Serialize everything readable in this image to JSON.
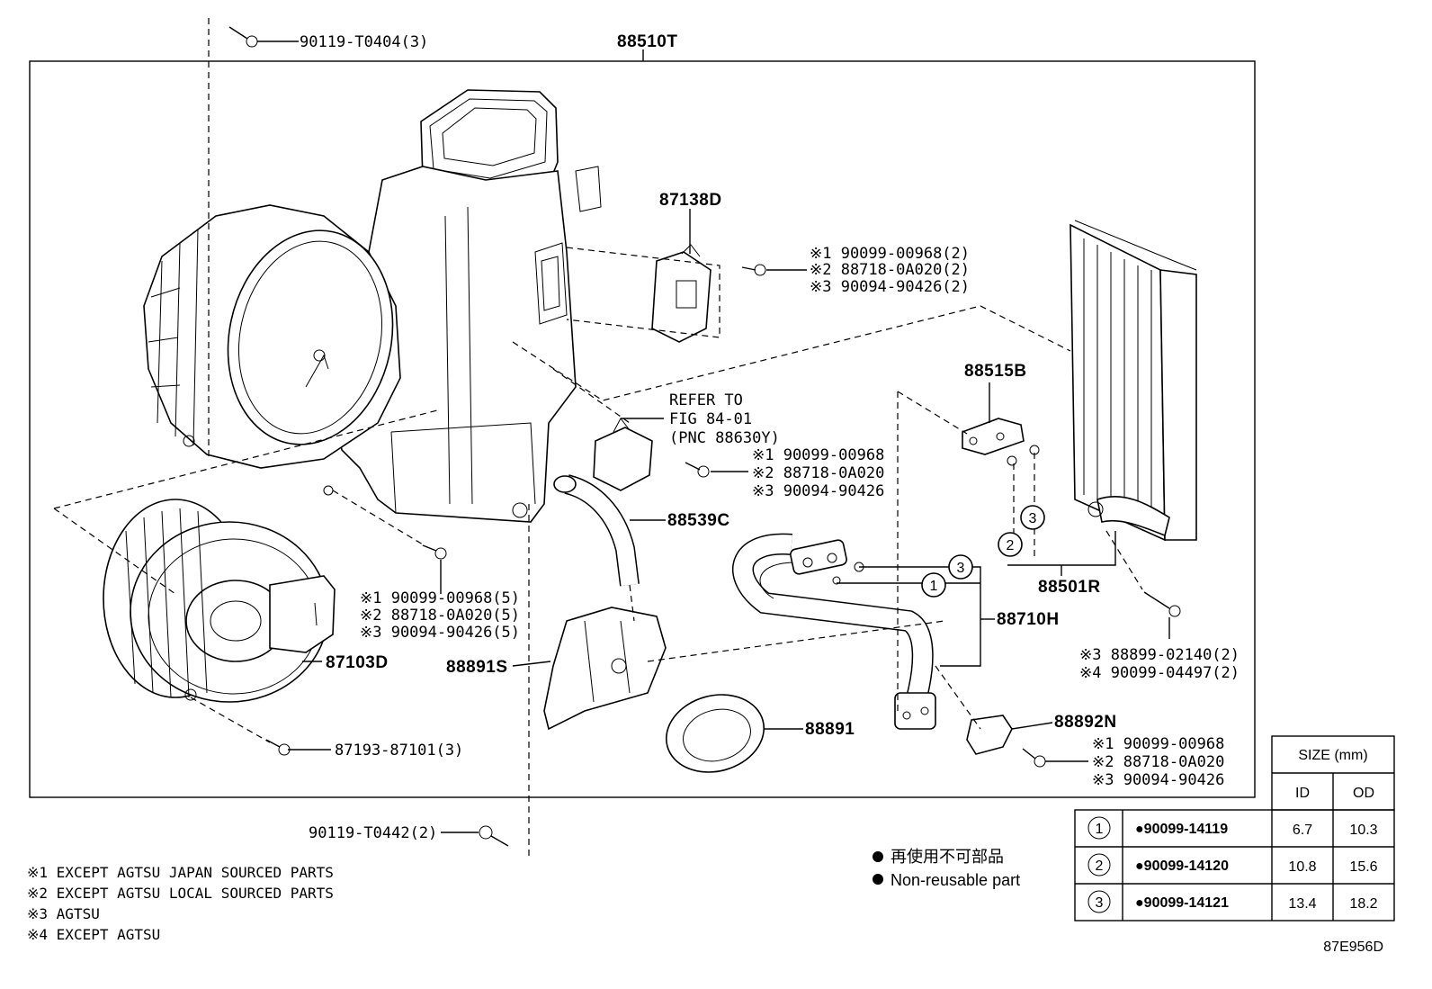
{
  "parts": {
    "housing": "88510T",
    "resistor": "87138D",
    "valve": "88515B",
    "evaporator": "88501R",
    "hose": "88539C",
    "blower": "87103D",
    "drain": "88891S",
    "grommet": "88891",
    "tube": "88710H",
    "clamp": "88892N",
    "screw_top": "90119-T0404(3)",
    "screw_bottom": "90119-T0442(2)",
    "screw_blower": "87193-87101(3)"
  },
  "screw_groups": {
    "resistor": [
      "※1 90099-00968(2)",
      "※2 88718-0A020(2)",
      "※3 90094-90426(2)"
    ],
    "relay": [
      "※1 90099-00968",
      "※2 88718-0A020",
      "※3 90094-90426"
    ],
    "housing": [
      "※1 90099-00968(5)",
      "※2 88718-0A020(5)",
      "※3 90094-90426(5)"
    ],
    "evaporator": [
      "※3 88899-02140(2)",
      "※4 90099-04497(2)"
    ],
    "clamp": [
      "※1 90099-00968",
      "※2 88718-0A020",
      "※3 90094-90426"
    ]
  },
  "refer": [
    "REFER TO",
    "FIG 84-01",
    "(PNC 88630Y)"
  ],
  "footnotes": [
    "※1 EXCEPT AGTSU JAPAN SOURCED PARTS",
    "※2 EXCEPT AGTSU LOCAL SOURCED PARTS",
    "※3 AGTSU",
    "※4 EXCEPT AGTSU"
  ],
  "legend": {
    "jp": "再使用不可部品",
    "en": "Non-reusable part"
  },
  "size_table": {
    "header": "SIZE (mm)",
    "col_id": "ID",
    "col_od": "OD",
    "rows": [
      {
        "num": "1",
        "part": "●90099-14119",
        "id": "6.7",
        "od": "10.3"
      },
      {
        "num": "2",
        "part": "●90099-14120",
        "id": "10.8",
        "od": "15.6"
      },
      {
        "num": "3",
        "part": "●90099-14121",
        "id": "13.4",
        "od": "18.2"
      }
    ]
  },
  "callouts": [
    "1",
    "2",
    "3"
  ],
  "diagram_code": "87E956D"
}
